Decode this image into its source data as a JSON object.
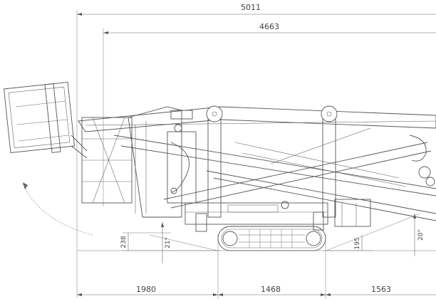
{
  "dimensions": {
    "overall_length": "5011",
    "boom_length": "4663",
    "rear_overhang": "1980",
    "track_length": "1468",
    "front_overhang": "1563",
    "ground_clearance_left": "238",
    "angle_left": "21°",
    "ground_clearance_right": "195",
    "angle_right": "20°"
  },
  "colors": {
    "line": "#555555",
    "background": "#ffffff"
  }
}
